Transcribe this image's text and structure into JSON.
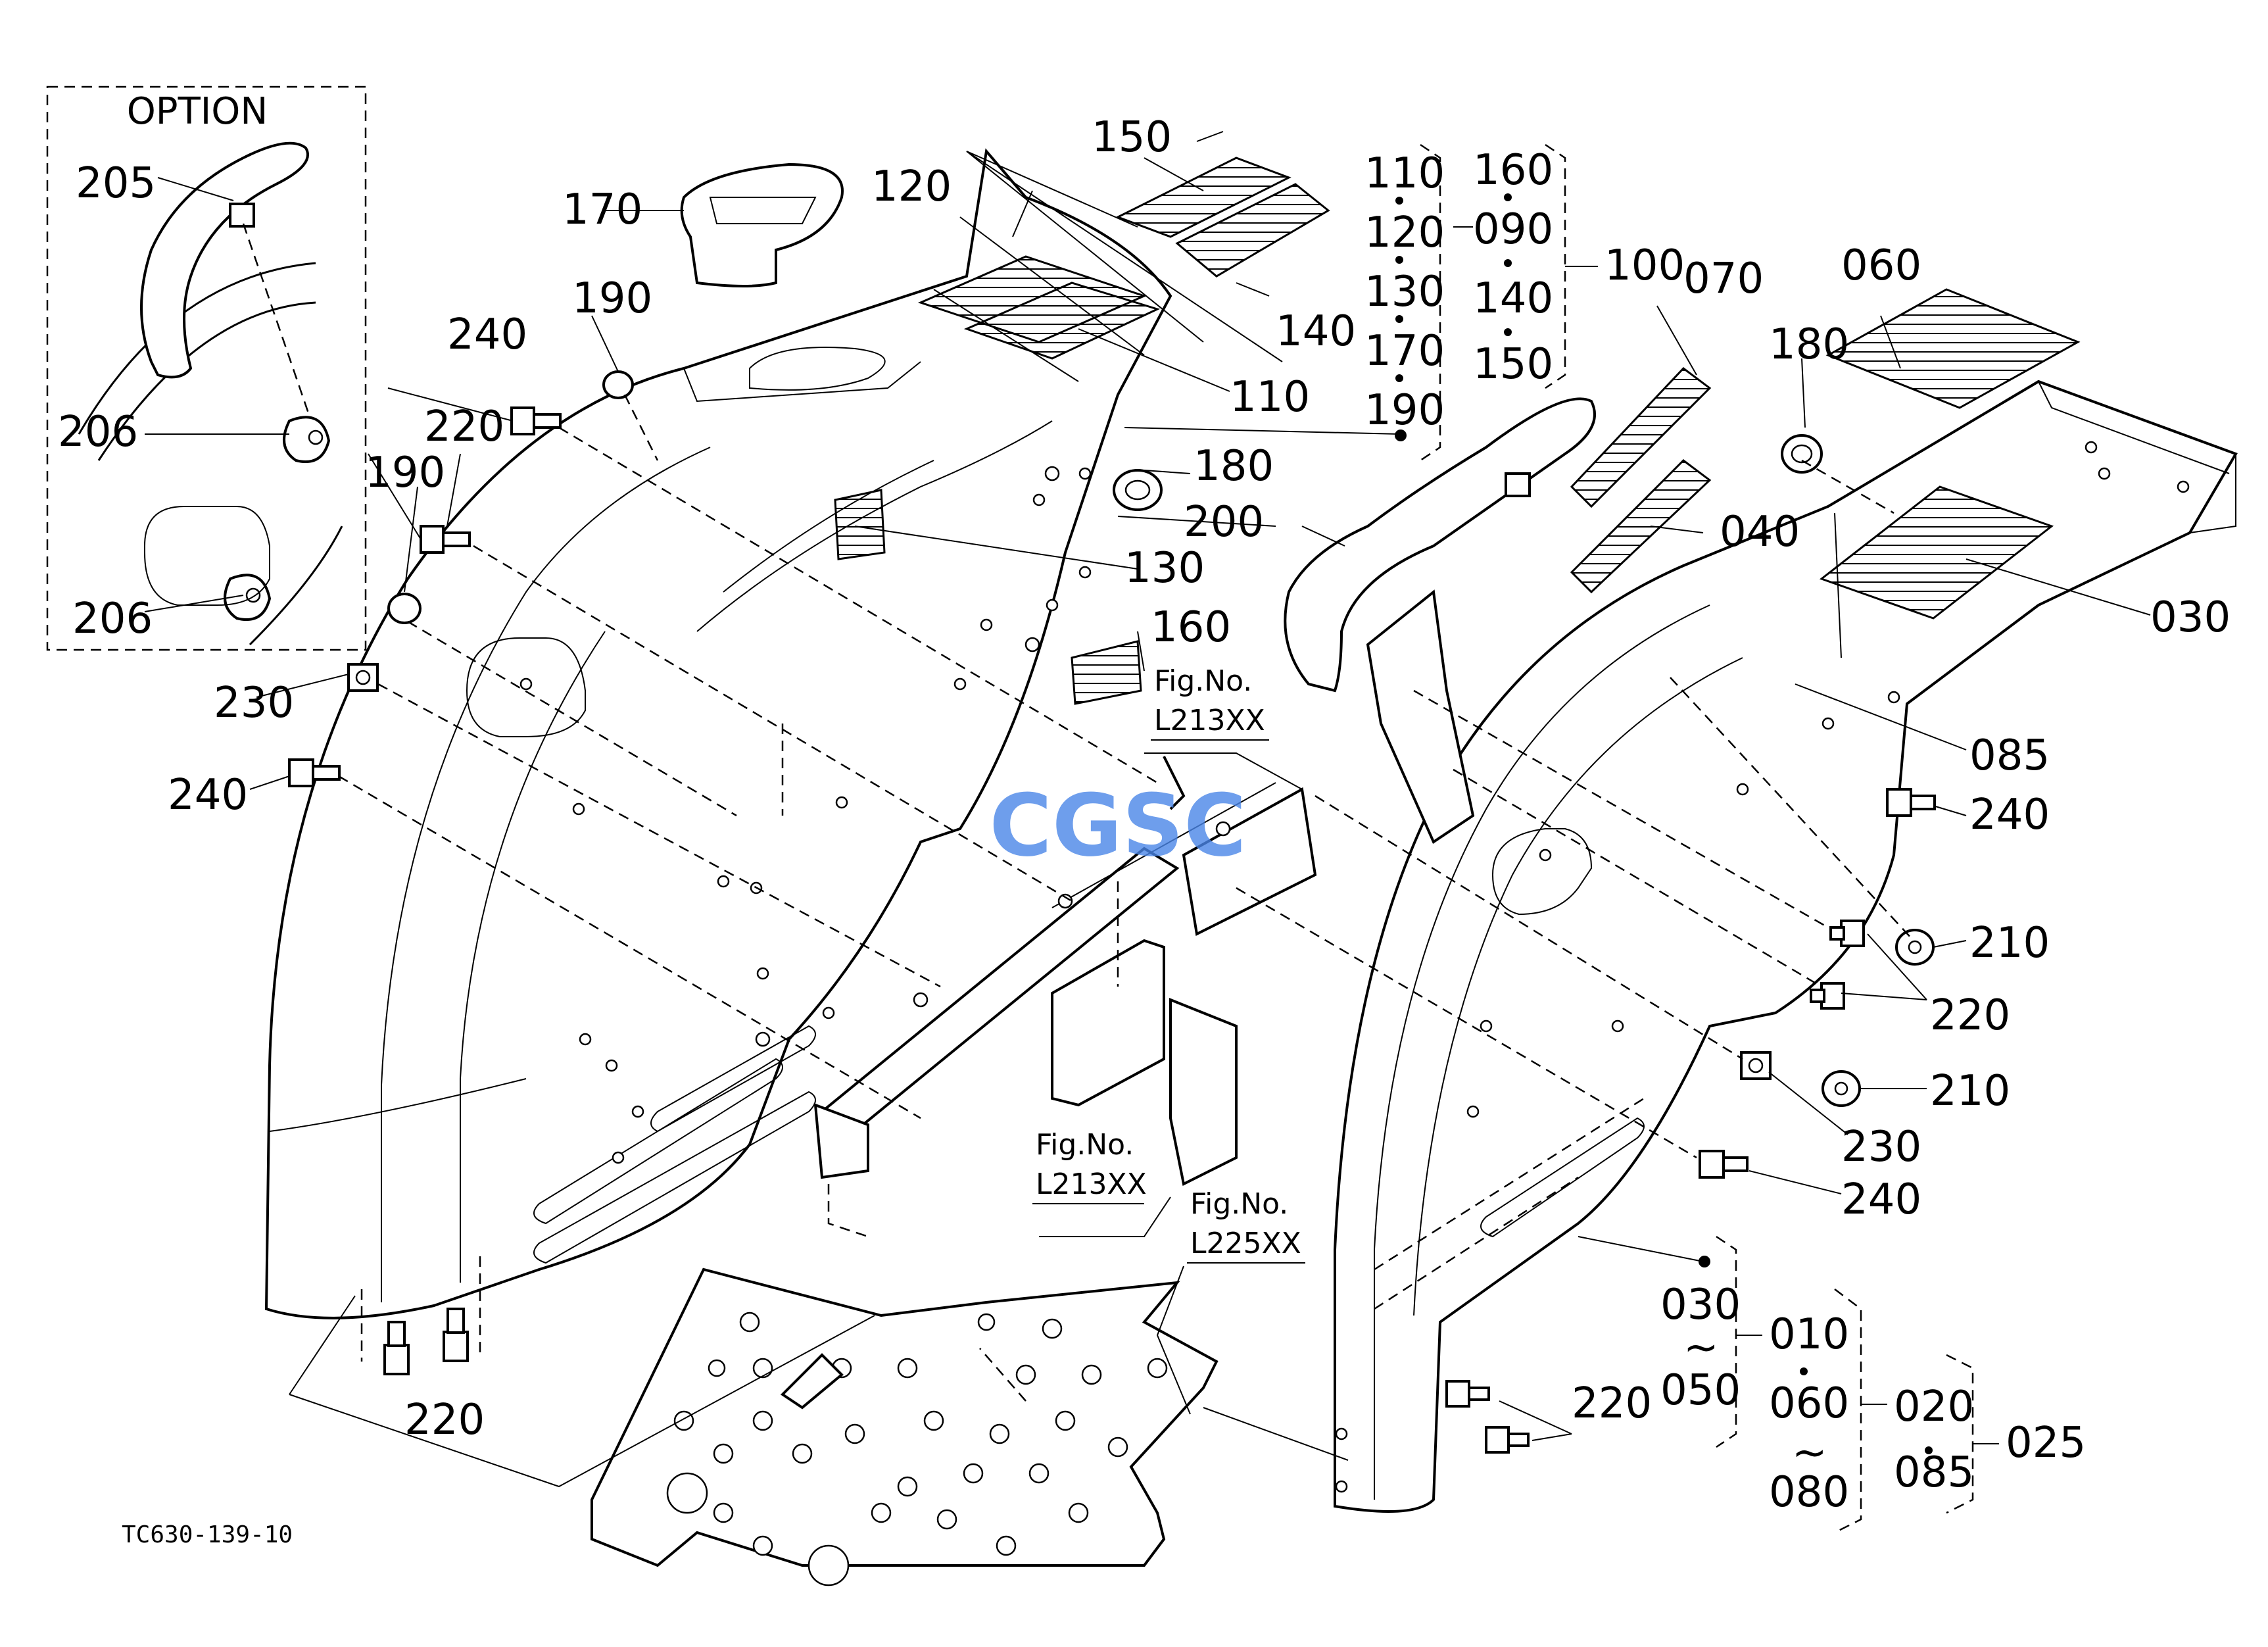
{
  "colors": {
    "ink": "#000000",
    "paper": "#ffffff",
    "watermark": [
      "#4a86e8",
      "#e8453c",
      "#f4b400",
      "#34a853"
    ]
  },
  "option_box": {
    "title": "OPTION"
  },
  "labels": {
    "p205": "205",
    "p206a": "206",
    "p206b": "206",
    "p170": "170",
    "p120": "120",
    "p150": "150",
    "p140": "140",
    "p110": "110",
    "p190a": "190",
    "p190b": "190",
    "p240a": "240",
    "p240b": "240",
    "p240c": "240",
    "p240d": "240",
    "p220a": "220",
    "p220b": "220",
    "p220c": "220",
    "p220d": "220",
    "p230a": "230",
    "p230b": "230",
    "p180a": "180",
    "p180b": "180",
    "p130": "130",
    "p160": "160",
    "p200": "200",
    "p070": "070",
    "p060": "060",
    "p040": "040",
    "p030": "030",
    "p085": "085",
    "p210a": "210",
    "p210b": "210"
  },
  "groups": {
    "g100": {
      "left": [
        "110",
        "120",
        "130",
        "170",
        "190"
      ],
      "right": [
        "160",
        "090",
        "140",
        "150"
      ],
      "total": "100"
    },
    "g_bottom": {
      "c1": [
        "030",
        "~",
        "050"
      ],
      "c2_label": "010",
      "c3": [
        "010",
        "060",
        "~",
        "080"
      ],
      "c4_label": "020",
      "c5": [
        "020",
        "085"
      ],
      "c6_label": "025"
    }
  },
  "figrefs": {
    "f1_a": "Fig.No.",
    "f1_b": "L213XX",
    "f2_a": "Fig.No.",
    "f2_b": "L213XX",
    "f3_a": "Fig.No.",
    "f3_b": "L225XX"
  },
  "drawing_code": "TC630-139-10",
  "watermark": "CGSC"
}
